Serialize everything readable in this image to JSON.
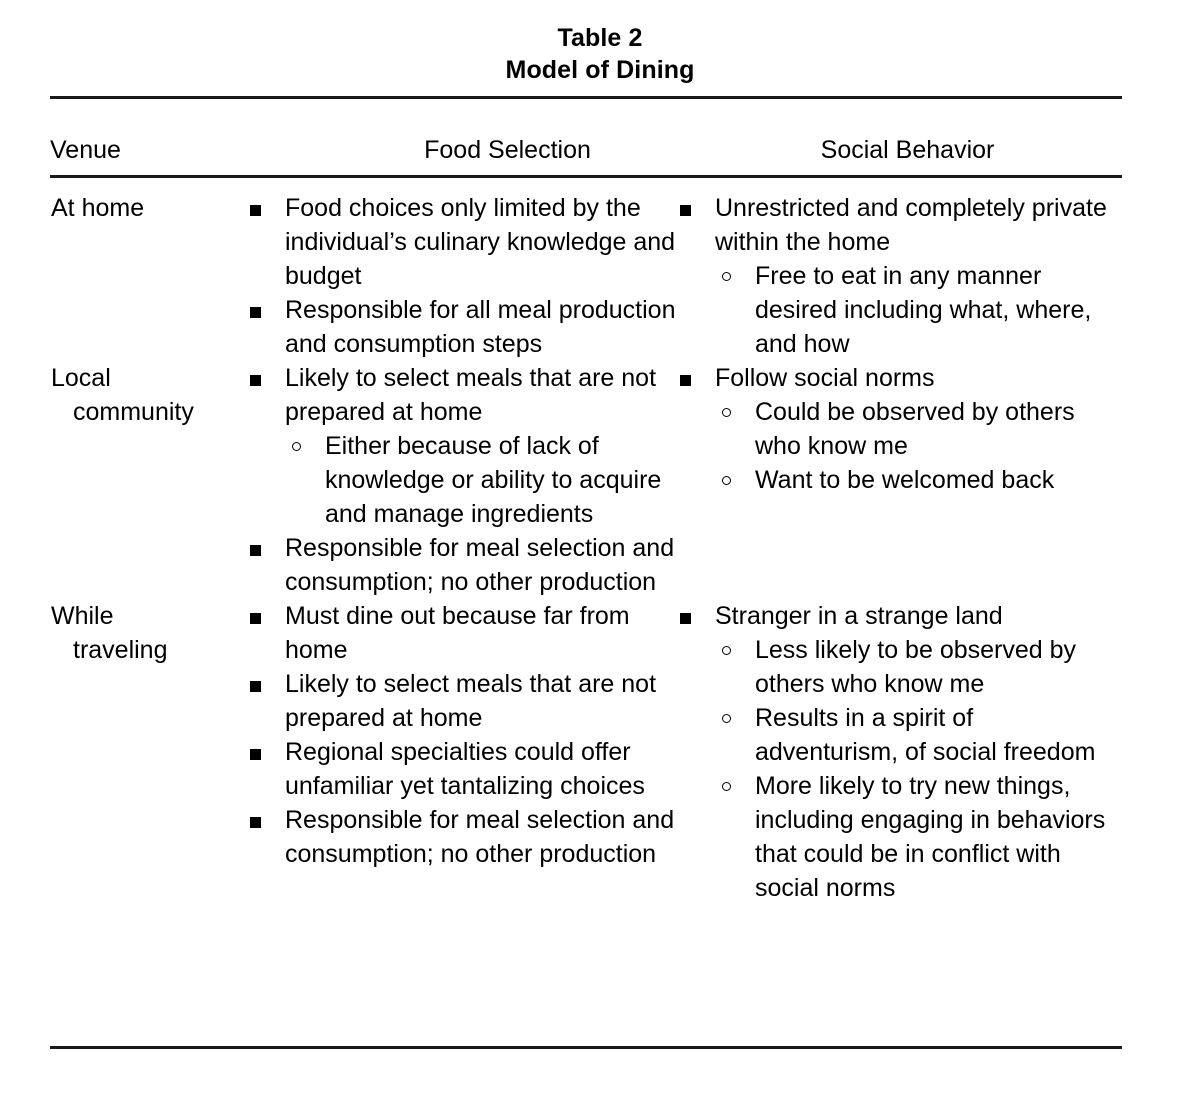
{
  "title": {
    "label": "Table 2",
    "caption": "Model of Dining"
  },
  "columns": {
    "venue": "Venue",
    "food_selection": "Food Selection",
    "social_behavior": "Social Behavior"
  },
  "colors": {
    "text": "#000000",
    "rule": "#1a1a1a",
    "background": "#ffffff"
  },
  "bullets": {
    "level1_glyph": "filled-square",
    "level2_glyph": "open-circle"
  },
  "rows": [
    {
      "venue": "At home",
      "food_selection": [
        {
          "text": "Food choices only limited by the individual’s culinary knowledge and budget",
          "children": []
        },
        {
          "text": "Responsible for all meal production and consumption steps",
          "children": []
        }
      ],
      "social_behavior": [
        {
          "text": "Unrestricted and completely private within the home",
          "children": [
            "Free to eat in any manner desired including what, where, and how"
          ]
        }
      ]
    },
    {
      "venue": "Local\ncommunity",
      "food_selection": [
        {
          "text": "Likely to select meals that are not prepared at home",
          "children": [
            "Either because of lack of knowledge or ability to acquire and manage ingredients"
          ]
        },
        {
          "text": "Responsible for meal selection and consumption; no other production",
          "children": []
        }
      ],
      "social_behavior": [
        {
          "text": "Follow social norms",
          "children": [
            "Could be observed by others who know me",
            "Want to be welcomed back"
          ]
        }
      ]
    },
    {
      "venue": "While\ntraveling",
      "food_selection": [
        {
          "text": "Must dine out because far from home",
          "children": []
        },
        {
          "text": "Likely to select meals that are not prepared at home",
          "children": []
        },
        {
          "text": "Regional specialties could offer unfamiliar yet tantalizing choices",
          "children": []
        },
        {
          "text": "Responsible for meal selection and consumption; no other production",
          "children": []
        }
      ],
      "social_behavior": [
        {
          "text": "Stranger in a strange land",
          "children": [
            "Less likely to be observed by others who know me",
            "Results in a spirit of adventurism, of social freedom",
            "More likely to try new things, including engaging in behaviors that could be in conflict with social norms"
          ]
        }
      ]
    }
  ]
}
